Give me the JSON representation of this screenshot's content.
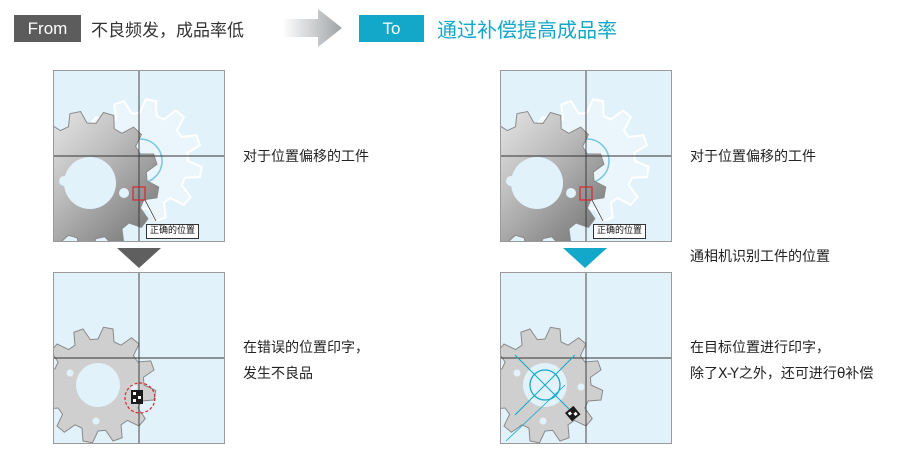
{
  "header": {
    "from_tag": "From",
    "from_text": "不良频发，成品率低",
    "to_tag": "To",
    "to_text": "通过补偿提高成品率"
  },
  "left": {
    "top_desc": "对于位置偏移的工件",
    "callout": "正确的位置",
    "bottom_desc_line1": "在错误的位置印字，",
    "bottom_desc_line2": "发生不良品"
  },
  "right": {
    "top_desc": "对于位置偏移的工件",
    "callout": "正确的位置",
    "middle_desc": "通相机识别工件的位置",
    "bottom_desc_line1": "在目标位置进行印字，",
    "bottom_desc_line2": "除了X-Y之外，还可进行θ补偿"
  },
  "colors": {
    "from_gray": "#5c5c5c",
    "to_cyan": "#13a8c9",
    "panel_bg": "#e2f2fb",
    "error_red": "#d9262d"
  },
  "icons": {
    "header_arrow": "right-arrow-icon",
    "down_arrow": "down-triangle-icon",
    "gear": "gear-icon",
    "printed_mark": "qr-code-icon"
  }
}
